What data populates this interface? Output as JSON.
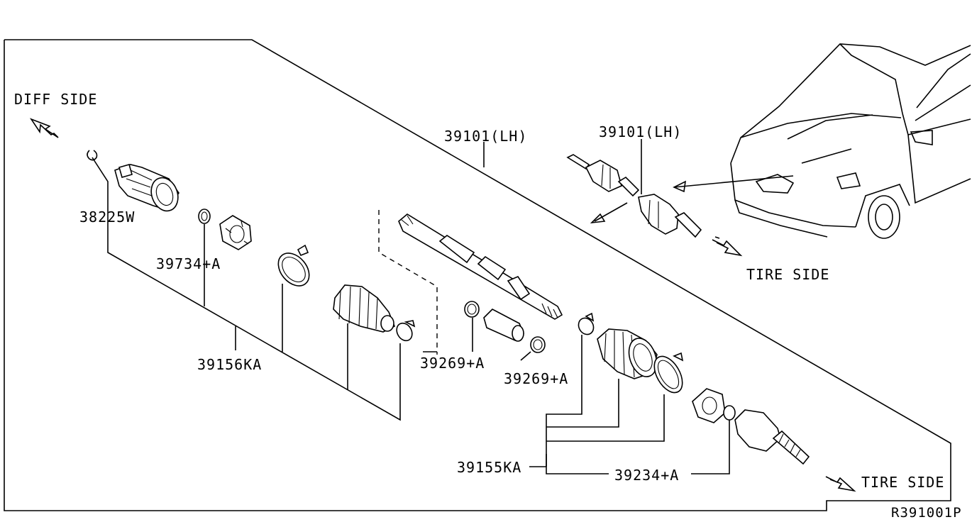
{
  "labels": {
    "diff_side": "DIFF SIDE",
    "tire_side_top": "TIRE SIDE",
    "tire_side_bottom": "TIRE SIDE",
    "part_39101_lh_center": "39101(LH)",
    "part_39101_lh_car": "39101(LH)",
    "part_38225w": "38225W",
    "part_39734a": "39734+A",
    "part_39156ka": "39156KA",
    "part_39269a_left": "39269+A",
    "part_39269a_right": "39269+A",
    "part_39155ka": "39155KA",
    "part_39234a": "39234+A",
    "diagram_code": "R391001P"
  }
}
